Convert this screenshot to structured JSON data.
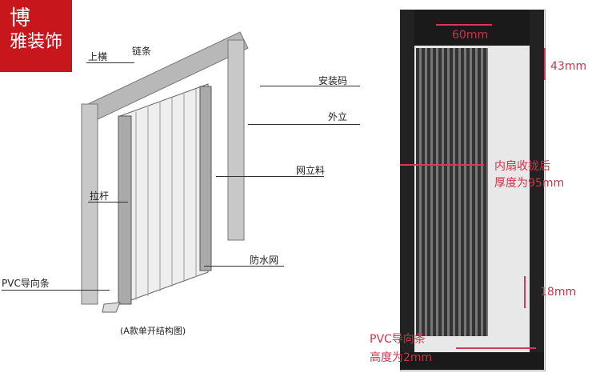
{
  "logo": {
    "line1": "博",
    "line2": "雅装饰",
    "text": "博雅装饰"
  },
  "left": {
    "labels": {
      "top": "上横",
      "chain": "链条",
      "install": "安装码",
      "outer": "外立",
      "mesh_post": "网立料",
      "pull": "拉杆",
      "water": "防水网",
      "pvc": "PVC导向条"
    },
    "caption": "(A款单开结构图)"
  },
  "right": {
    "dims": {
      "top_width": "60mm",
      "top_height": "43mm",
      "thickness_line1": "内扇收拢后",
      "thickness_line2": "厚度为95mm",
      "bottom_height": "18mm",
      "pvc_line1": "PVC导向条",
      "pvc_line2": "高度为2mm"
    }
  }
}
